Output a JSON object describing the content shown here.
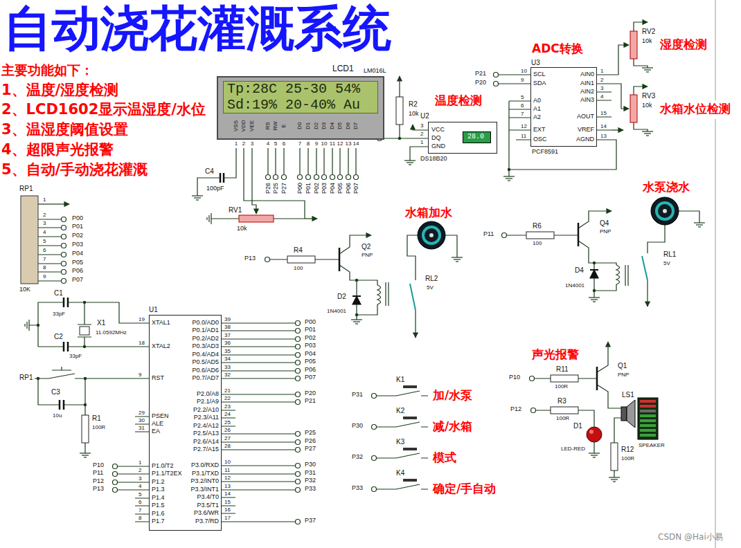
{
  "diagram": {
    "title": "自动浇花灌溉系统",
    "nodes": [
      {
        "text": [
          "VSS",
          "VDD",
          "VEE",
          "RS",
          "RW",
          "E",
          "D0",
          "D1",
          "D2",
          "D3",
          "D4",
          "D5",
          "D6",
          "D7"
        ]
      },
      {
        "text": [
          "Tp:28C 25-30 54%",
          "Sd:19% 20-40% Au"
        ],
        "in": 0
      },
      {
        "text": [
          "VCC",
          "DQ",
          "GND"
        ]
      },
      {
        "text": [
          "28.0"
        ],
        "in": 2
      },
      {
        "text": [
          "SCL",
          "SDA",
          "A0",
          "A1",
          "A2",
          "EXT",
          "OSC",
          "AIN0",
          "AIN1",
          "AIN2",
          "AIN3",
          "AOUT",
          "VREF",
          "AGND"
        ]
      },
      {
        "text": [
          "XTAL1",
          "XTAL2",
          "RST",
          "PSEN",
          "ALE",
          "EA",
          "P1.0/T2",
          "P1.1/T2EX",
          "P1.2",
          "P1.3",
          "P1.4",
          "P1.5",
          "P1.6",
          "P1.7",
          "P0.0/AD0",
          "P0.1/AD1",
          "P0.2/AD2",
          "P0.3/AD3",
          "P0.4/AD4",
          "P0.5/AD5",
          "P0.6/AD6",
          "P0.7/AD7",
          "P2.0/A8",
          "P2.1/A9",
          "P2.2/A10",
          "P2.3/A11",
          "P2.4/A12",
          "P2.5/A13",
          "P2.6/A14",
          "P2.7/A15",
          "P3.0/RXD",
          "P3.1/TXD",
          "P3.2/INT0",
          "P3.3/INT1",
          "P3.4/T0",
          "P3.5/T1",
          "P3.6/WR",
          "P3.7/RD"
        ]
      }
    ],
    "labels": [
      "主要功能如下：",
      "1、温度/湿度检测",
      "2、LCD1602显示温湿度/水位",
      "3、温湿度阈值设置",
      "4、超限声光报警",
      "5、自动/手动浇花灌溉",
      "ADC转换",
      "湿度检测",
      "水箱水位检测",
      "温度检测",
      "水箱加水",
      "水泵浇水",
      "声光报警",
      "加/水泵",
      "减/水箱",
      "模式",
      "确定/手自动",
      "LCD1",
      "LM016L",
      "1",
      "2",
      "3",
      "4",
      "5",
      "6",
      "7",
      "8",
      "9",
      "10",
      "11",
      "12",
      "13",
      "14",
      "P26",
      "P25",
      "P27",
      "P00",
      "P01",
      "P02",
      "P03",
      "P04",
      "P05",
      "P06",
      "P07",
      "C4",
      "100pF",
      "RV1",
      "10k",
      "R2",
      "10k",
      "P37",
      "U2",
      "DS18B20",
      "3",
      "2",
      "1",
      "U3",
      "PCF8591",
      "P21",
      "P20",
      "10",
      "9",
      "5",
      "6",
      "7",
      "12",
      "11",
      "1",
      "2",
      "3",
      "4",
      "15",
      "14",
      "13",
      "RV2",
      "10k",
      "RV3",
      "10k",
      "RP1",
      "10K",
      "1",
      "2",
      "3",
      "4",
      "5",
      "6",
      "7",
      "8",
      "9",
      "P00",
      "P01",
      "P02",
      "P03",
      "P04",
      "P05",
      "P06",
      "P07",
      "U1",
      "19",
      "18",
      "9",
      "29",
      "30",
      "31",
      "1",
      "2",
      "3",
      "4",
      "5",
      "6",
      "7",
      "8",
      "39",
      "38",
      "37",
      "36",
      "35",
      "34",
      "33",
      "32",
      "21",
      "22",
      "23",
      "24",
      "25",
      "26",
      "27",
      "28",
      "10",
      "11",
      "12",
      "13",
      "14",
      "15",
      "16",
      "17",
      "P00",
      "P01",
      "P02",
      "P03",
      "P04",
      "P05",
      "P06",
      "P07",
      "P20",
      "P21",
      "P25",
      "P26",
      "P27",
      "P30",
      "P31",
      "P32",
      "P33",
      "P37",
      "P10",
      "P11",
      "P12",
      "P13",
      "C1",
      "33pF",
      "X1",
      "11.0592MHz",
      "C2",
      "33pF",
      "RP1",
      "C3",
      "10u",
      "R1",
      "100R",
      "P13",
      "R4",
      "100",
      "Q2",
      "PNP",
      "D2",
      "1N4001",
      "RL2",
      "5V",
      "P11",
      "R6",
      "100",
      "Q4",
      "PNP",
      "D4",
      "1N4001",
      "RL1",
      "5V",
      "P31",
      "K1",
      "P30",
      "K2",
      "P32",
      "K3",
      "P33",
      "K4",
      "P10",
      "R11",
      "100R",
      "Q1",
      "PNP",
      "P12",
      "R3",
      "100R",
      "D1",
      "LED-RED",
      "LS1",
      "SPEAKER",
      "R12",
      "100R",
      "CSDN @Hai小易"
    ]
  }
}
